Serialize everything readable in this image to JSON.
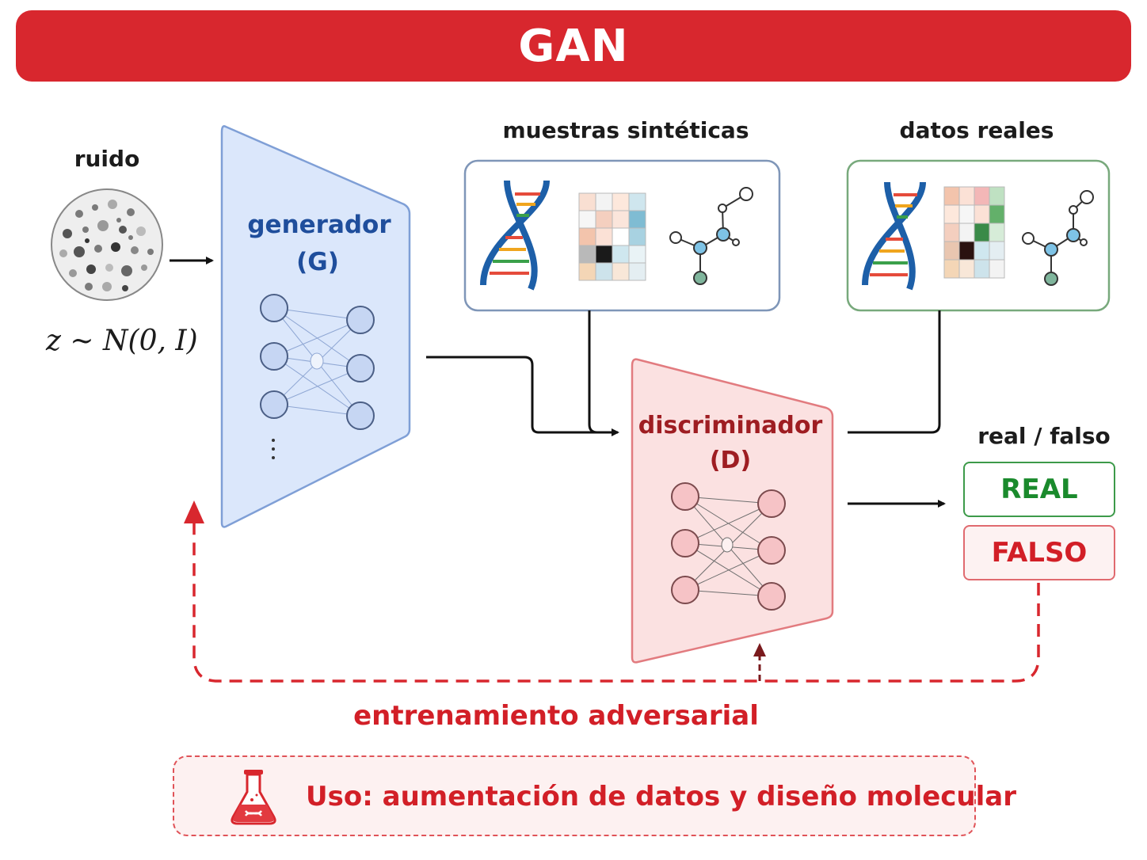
{
  "title": "GAN",
  "noise": {
    "label": "ruido",
    "formula": "z ~ N(0, I)"
  },
  "generator": {
    "name": "generador",
    "symbol": "(G)"
  },
  "synthetic": {
    "label": "muestras sintéticas"
  },
  "real_data": {
    "label": "datos reales"
  },
  "discriminator": {
    "name": "discriminador",
    "symbol": "(D)"
  },
  "output": {
    "label": "real / falso",
    "real": "REAL",
    "fake": "FALSO"
  },
  "training": {
    "label": "entrenamiento adversarial"
  },
  "usage": {
    "text": "Uso:  aumentación de datos y diseño molecular"
  },
  "icons": [
    "dna-icon",
    "heatmap-icon",
    "molecule-icon",
    "flask-icon",
    "noise-icon"
  ],
  "colors": {
    "accent": "#d8272e",
    "generator": "#dbe7fb",
    "discriminator": "#fbe1e1",
    "real": "#1a8a2c",
    "fake": "#d21f27"
  }
}
